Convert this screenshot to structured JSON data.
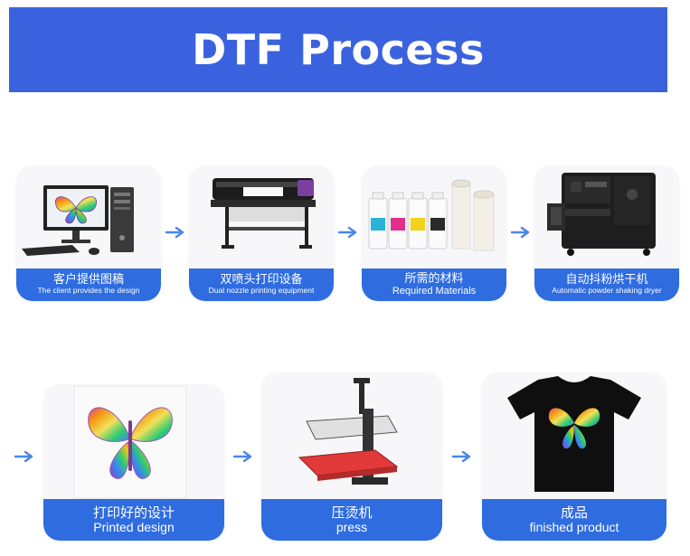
{
  "banner": {
    "title": "DTF Process"
  },
  "colors": {
    "banner": "#3b62de",
    "label_bg": "#2f6ce0",
    "arrow": "#4a86e8"
  },
  "steps": [
    {
      "cn": "客户提供图稿",
      "en": "The client provides the design",
      "icon": "computer-icon"
    },
    {
      "cn": "双喷头打印设备",
      "en": "Dual nozzle printing equipment",
      "icon": "printer-icon"
    },
    {
      "cn": "所需的材料",
      "en": "Required Materials",
      "icon": "materials-icon"
    },
    {
      "cn": "自动抖粉烘干机",
      "en": "Automatic powder shaking dryer",
      "icon": "dryer-icon"
    },
    {
      "cn": "打印好的设计",
      "en": "Printed design",
      "icon": "butterfly-print-icon"
    },
    {
      "cn": "压烫机",
      "en": "press",
      "icon": "heat-press-icon"
    },
    {
      "cn": "成品",
      "en": "finished product",
      "icon": "tshirt-icon"
    }
  ]
}
